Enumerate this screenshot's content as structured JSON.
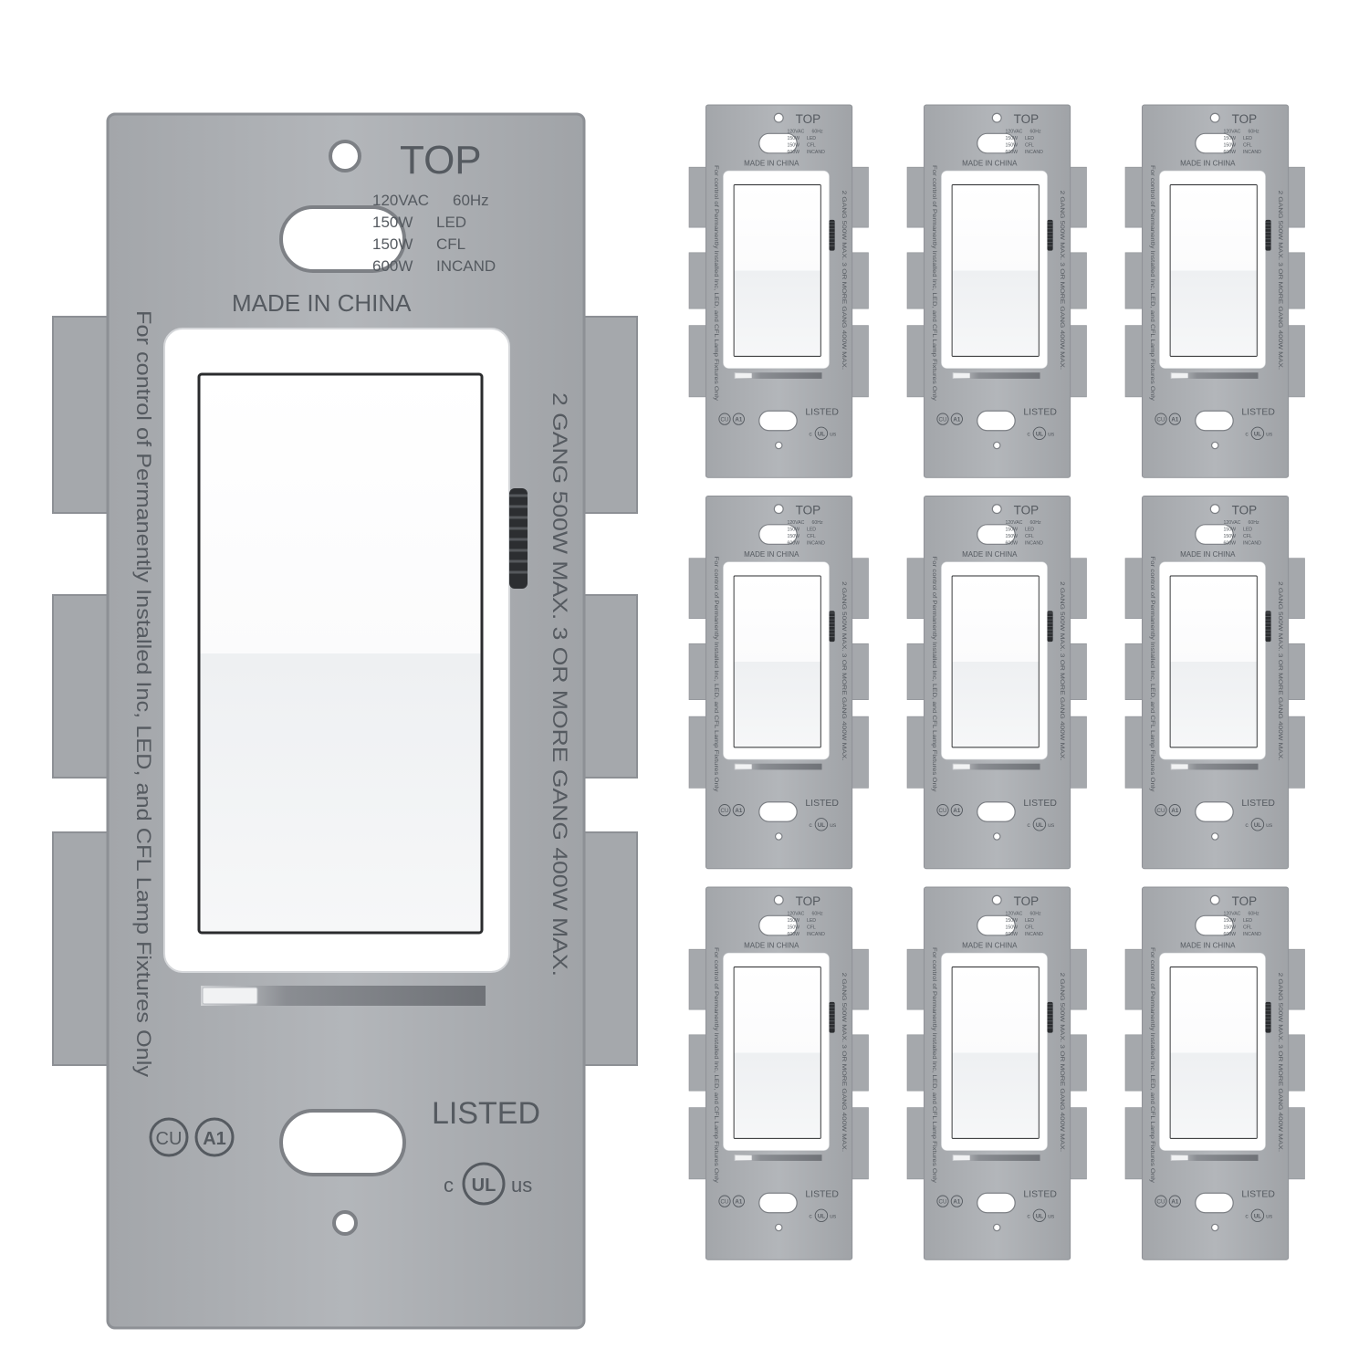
{
  "product": {
    "top_label": "TOP",
    "ratings": [
      {
        "watts": "120VAC",
        "type": "60Hz"
      },
      {
        "watts": "150W",
        "type": "LED"
      },
      {
        "watts": "150W",
        "type": "CFL"
      },
      {
        "watts": "600W",
        "type": "INCAND"
      }
    ],
    "origin": "MADE IN CHINA",
    "left_side_text": "For control of Permanently Installed Inc, LED, and CFL Lamp Fixtures Only",
    "right_side_text": "2 GANG 500W MAX. 3 OR MORE GANG 400W MAX.",
    "listed_label": "LISTED",
    "ul_prefix": "c",
    "ul_suffix": "us",
    "ul_mark": "UL",
    "cert_cu": "CU",
    "cert_a1": "A1",
    "slider_level": 0.2
  },
  "colors": {
    "plate": "#a9acb0",
    "plate_edge": "#8d9095",
    "switch_face": "#ffffff",
    "text": "#555a60"
  },
  "grid": {
    "rows": 3,
    "cols": 3
  }
}
